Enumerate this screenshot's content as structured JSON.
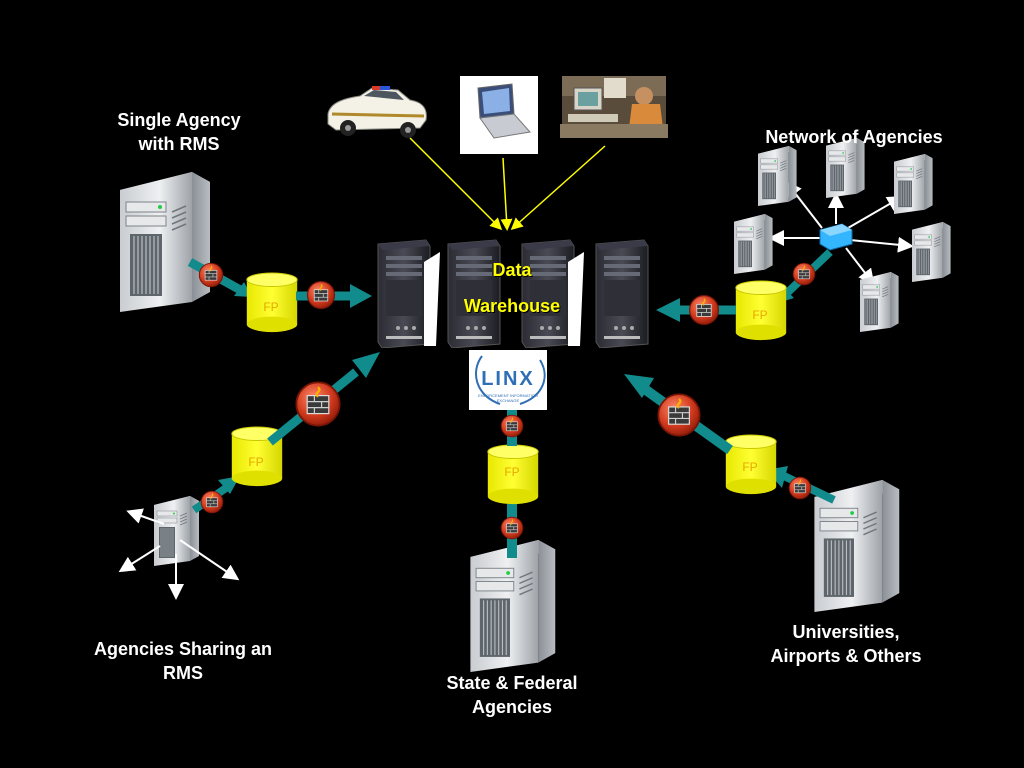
{
  "labels": {
    "single_agency_line1": "Single Agency",
    "single_agency_line2": "with RMS",
    "network_of_agencies": "Network of Agencies",
    "sharing_rms_line1": "Agencies Sharing an",
    "sharing_rms_line2": "RMS",
    "state_federal_line1": "State & Federal",
    "state_federal_line2": "Agencies",
    "universities_line1": "Universities,",
    "universities_line2": "Airports & Others",
    "data_warehouse_line1": "Data",
    "data_warehouse_line2": "Warehouse",
    "fp": "FP",
    "linx": "LINX",
    "linx_sub": "ENFORCEMENT INFORMATION EXCHANGE"
  },
  "colors": {
    "background": "#000000",
    "label_text": "#ffffff",
    "warehouse_text": "#ffff00",
    "fp_cylinder": "#ffff00",
    "fp_text": "#e6a800",
    "arrow": "#118b8b",
    "firewall": "#d13a1e",
    "source_line": "#ffff00",
    "network_hub": "#33b5ff"
  },
  "icons": [
    "server-icon",
    "database-cylinder-icon",
    "firewall-icon",
    "police-car-icon",
    "laptop-icon",
    "workstation-user-icon",
    "network-hub-icon",
    "linx-logo"
  ]
}
